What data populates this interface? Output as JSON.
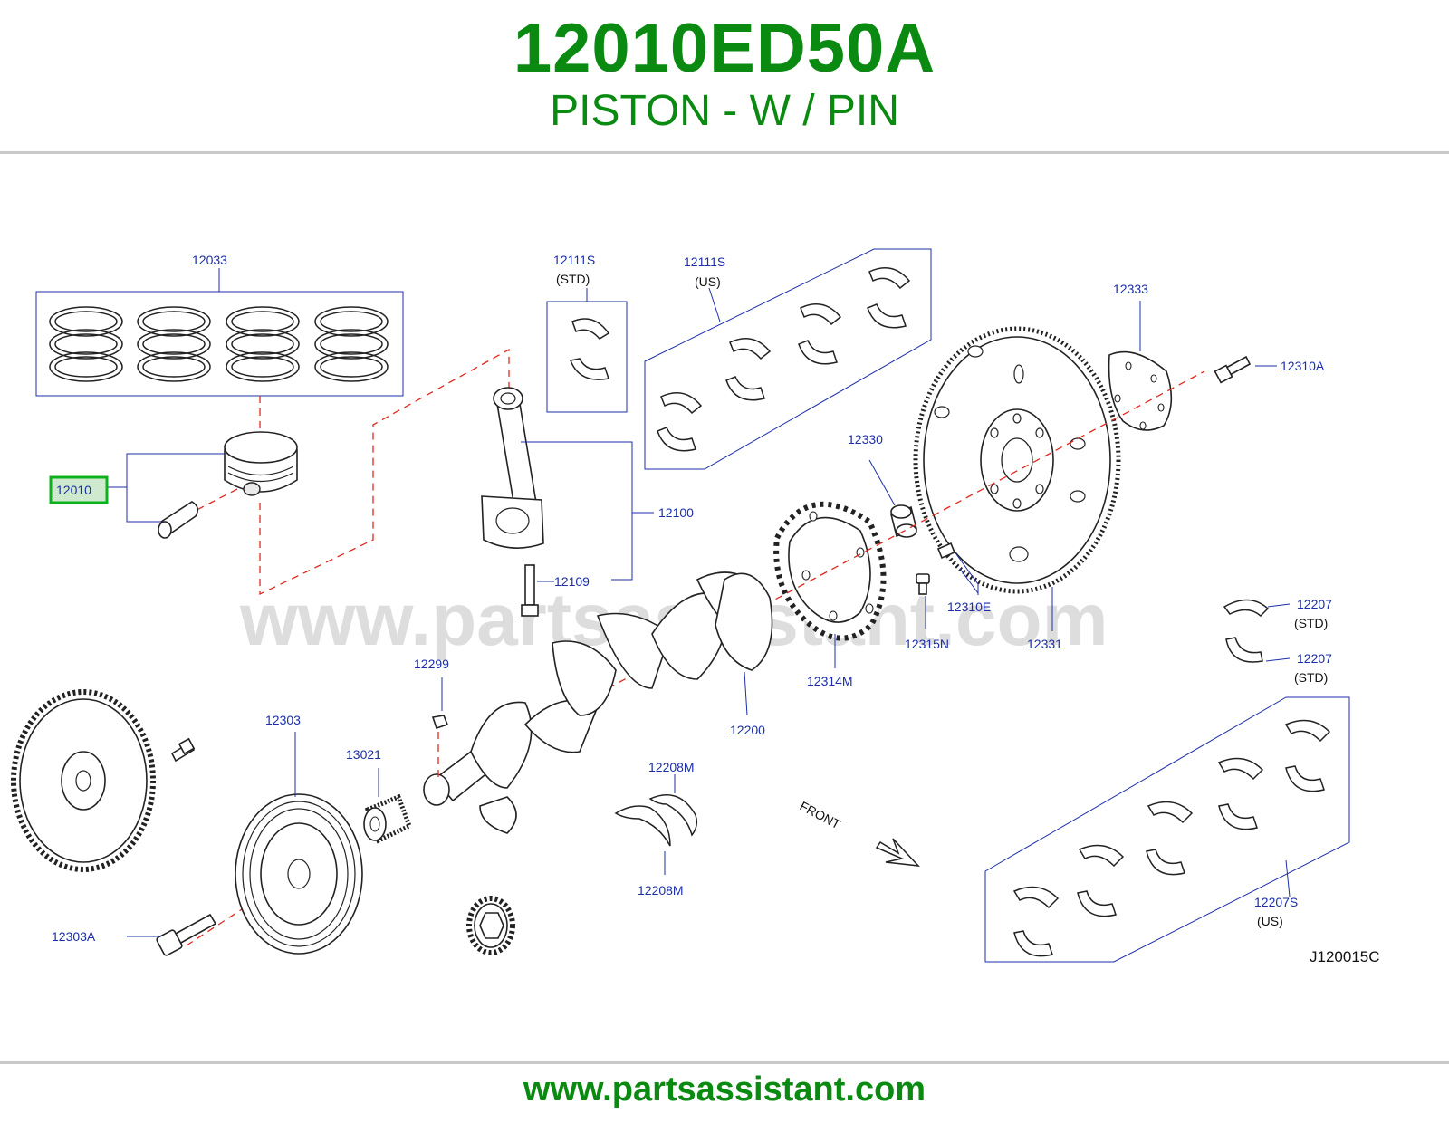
{
  "header": {
    "part_number": "12010ED50A",
    "part_name": "PISTON - W / PIN"
  },
  "diagram": {
    "diagram_code": "J120015C",
    "watermark": "www.partsassistant.com",
    "front_label": "FRONT",
    "selected_part": "12010",
    "labels": {
      "rings": "12033",
      "piston": "12010",
      "bearing_upper_std": "12111S",
      "bearing_upper_std_note": "(STD)",
      "bearing_upper_us": "12111S",
      "bearing_upper_us_note": "(US)",
      "conrod": "12100",
      "conrod_bolt": "12109",
      "plate": "12333",
      "flywheel_bolt": "12310A",
      "pilot_bushing": "12330",
      "dowel": "12310E",
      "bolt_12315n": "12315N",
      "flywheel": "12331",
      "signal_plate": "12314M",
      "crankshaft": "12200",
      "key": "12299",
      "pulley": "12303",
      "sprocket": "13021",
      "thrust_upper": "12208M",
      "thrust_lower": "12208M",
      "main_bearing_a": "12207",
      "main_bearing_a_note": "(STD)",
      "main_bearing_b": "12207",
      "main_bearing_b_note": "(STD)",
      "main_bearing_set": "12207S",
      "main_bearing_set_note": "(US)",
      "pulley_bolt": "12303A"
    }
  },
  "footer": {
    "url": "www.partsassistant.com"
  },
  "colors": {
    "brand_green": "#0b8a12",
    "label_blue": "#1c2fa8",
    "dashed_red": "#e0281e",
    "highlight_green": "#0bb21c"
  }
}
